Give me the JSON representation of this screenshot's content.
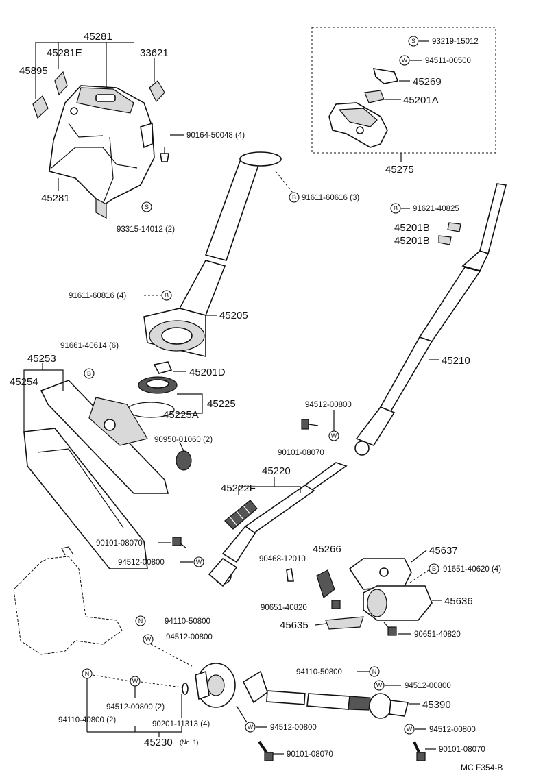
{
  "labels": {
    "p45281_top": "45281",
    "p45281E": "45281E",
    "p33621": "33621",
    "p45895": "45895",
    "p45281_bot": "45281",
    "p90164": "90164-50048 (4)",
    "p93315": "93315-14012 (2)",
    "p93219": "93219-15012",
    "p94511": "94511-00500",
    "p45269": "45269",
    "p45201A": "45201A",
    "p45275": "45275",
    "p91611_60616": "91611-60616 (3)",
    "p91621": "91621-40825",
    "p45201B_1": "45201B",
    "p45201B_2": "45201B",
    "p91611_60816": "91611-60816 (4)",
    "p45205": "45205",
    "p91661": "91661-40614 (6)",
    "p45253": "45253",
    "p45254": "45254",
    "p45201D": "45201D",
    "p45225": "45225",
    "p45225A": "45225A",
    "p45210": "45210",
    "p90950": "90950-01060 (2)",
    "p94512_a": "94512-00800",
    "p90101_a": "90101-08070",
    "p45220": "45220",
    "p45222F": "45222F",
    "p90101_b": "90101-08070",
    "p94512_b": "94512-00800",
    "p90468": "90468-12010",
    "p45266": "45266",
    "p45637": "45637",
    "p91651": "91651-40620 (4)",
    "p90651_a": "90651-40820",
    "p45636": "45636",
    "p45635": "45635",
    "p90651_b": "90651-40820",
    "p94110_a": "94110-50800",
    "p94512_c": "94512-00800",
    "p94110_b": "94110-50800",
    "p94512_d": "94512-00800",
    "p45390": "45390",
    "p94512_e": "94512-00800 (2)",
    "p94110_c": "94110-40800 (2)",
    "p90201": "90201-11313 (4)",
    "p94512_f": "94512-00800",
    "p94512_g": "94512-00800",
    "p45230": "45230",
    "p45230_note": "(No. 1)",
    "p90101_c": "90101-08070",
    "p90101_d": "90101-08070",
    "footer": "MC  F354-B"
  },
  "symbols": {
    "S": "S",
    "W": "W",
    "B": "B",
    "N": "N"
  }
}
